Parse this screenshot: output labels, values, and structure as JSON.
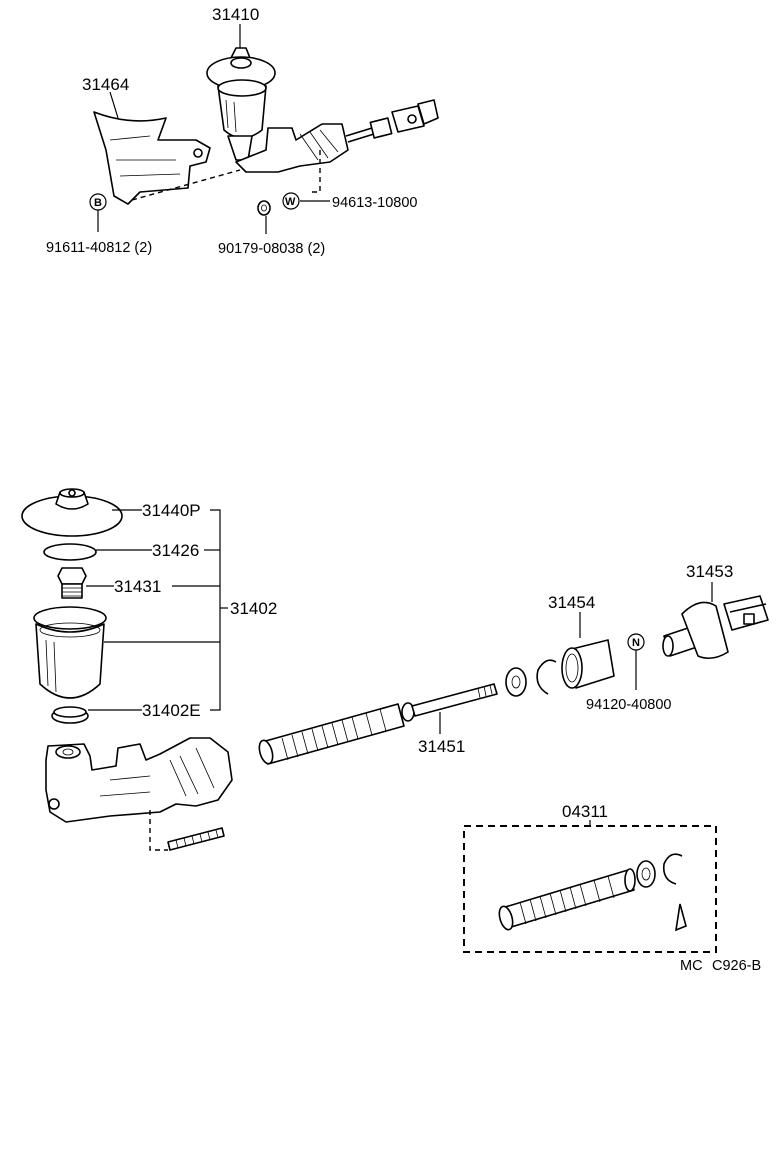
{
  "title": "",
  "part_numbers": {
    "p31410": "31410",
    "p31464": "31464",
    "p91611": "91611-40812 (2)",
    "p90179": "90179-08038 (2)",
    "p94613": "94613-10800",
    "p31440P": "31440P",
    "p31426": "31426",
    "p31431": "31431",
    "p31402": "31402",
    "p31402E": "31402E",
    "p31451": "31451",
    "p31454": "31454",
    "p31453": "31453",
    "p94120": "94120-40800",
    "p04311": "04311"
  },
  "symbols": {
    "bolt": "B",
    "washer": "W",
    "nut": "N"
  },
  "footer": {
    "code": "MC",
    "figure": "C926-B"
  }
}
